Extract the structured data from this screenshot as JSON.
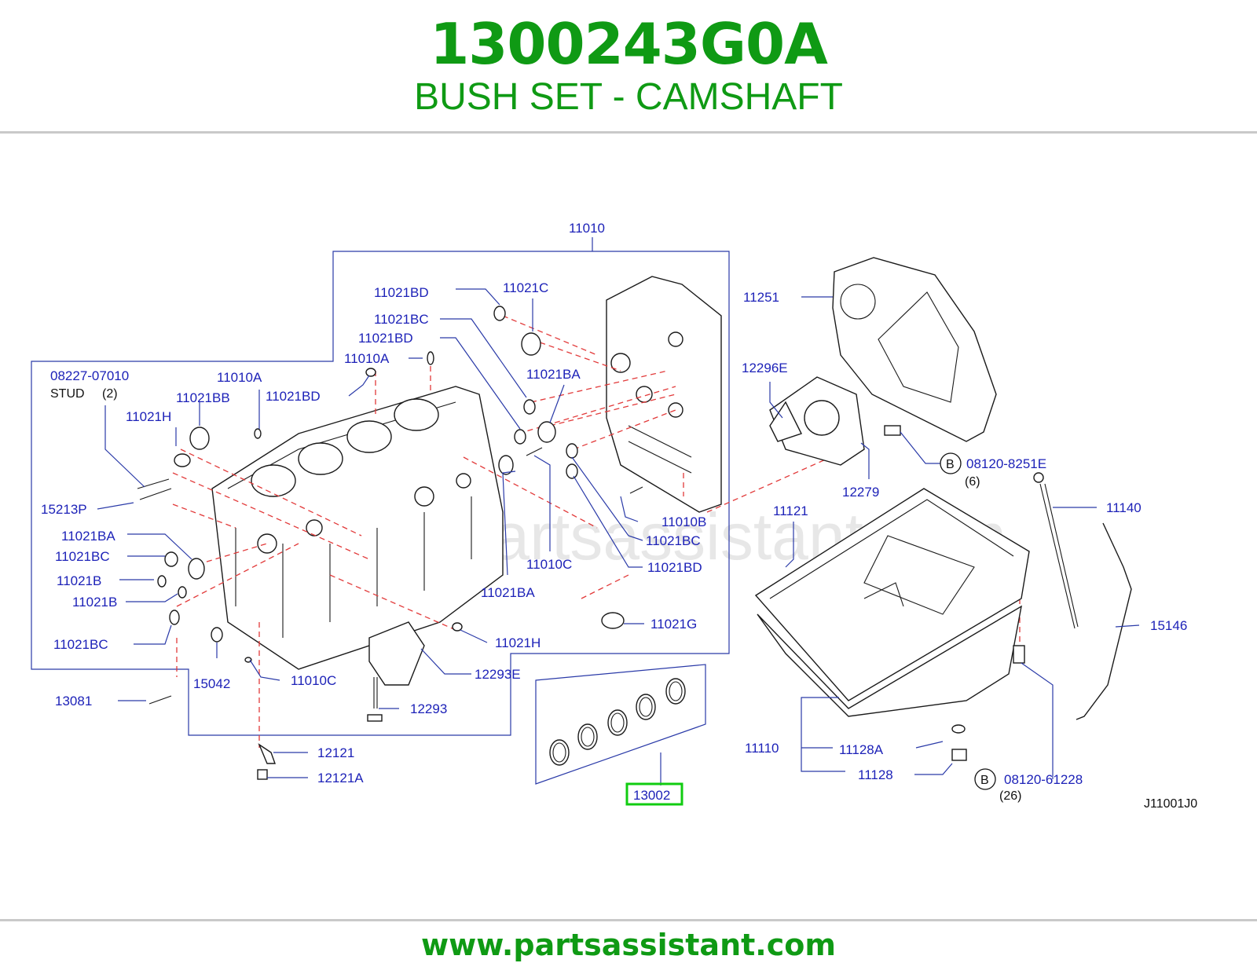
{
  "header": {
    "part_number": "1300243G0A",
    "part_name": "BUSH SET - CAMSHAFT"
  },
  "diagram": {
    "watermark": "www.partsassistant.com",
    "diagram_code": "J11001J0",
    "highlighted_part": "13002",
    "highlight_color": "#11cc11",
    "label_color": "#1d22b8",
    "dash_color": "#e23a3a",
    "labels": {
      "l11010": "11010",
      "l11021BD_a": "11021BD",
      "l11021C": "11021C",
      "l11021BC_a": "11021BC",
      "l11021BD_b": "11021BD",
      "l11010A_a": "11010A",
      "l11010A_b": "11010A",
      "l08227": "08227-07010",
      "stud": "STUD",
      "stud_qty": "(2)",
      "l11021BB": "11021BB",
      "l11021BD_c": "11021BD",
      "l11021BA_a": "11021BA",
      "l11021H_a": "11021H",
      "l15213P": "15213P",
      "l11021BA_b": "11021BA",
      "l11021BC_b": "11021BC",
      "l11021B_a": "11021B",
      "l11021B_b": "11021B",
      "l11021BC_c": "11021BC",
      "l11010B": "11010B",
      "l11021BC_d": "11021BC",
      "l11010C_a": "11010C",
      "l11021BD_d": "11021BD",
      "l11021BA_c": "11021BA",
      "l11021G": "11021G",
      "l11021H_b": "11021H",
      "l12293E": "12293E",
      "l15042": "15042",
      "l11010C_b": "11010C",
      "l13081": "13081",
      "l12293": "12293",
      "l12121": "12121",
      "l12121A": "12121A",
      "l13002": "13002",
      "l11251": "11251",
      "l12296E": "12296E",
      "l12279": "12279",
      "b_circle_a": "B",
      "l08120_8251E": "08120-8251E",
      "qty_6": "(6)",
      "l11121": "11121",
      "l11140": "11140",
      "l15146": "15146",
      "l11110": "11110",
      "l11128A": "11128A",
      "l11128": "11128",
      "b_circle_b": "B",
      "l08120_61228": "08120-61228",
      "qty_26": "(26)"
    }
  },
  "footer": {
    "url": "www.partsassistant.com"
  }
}
